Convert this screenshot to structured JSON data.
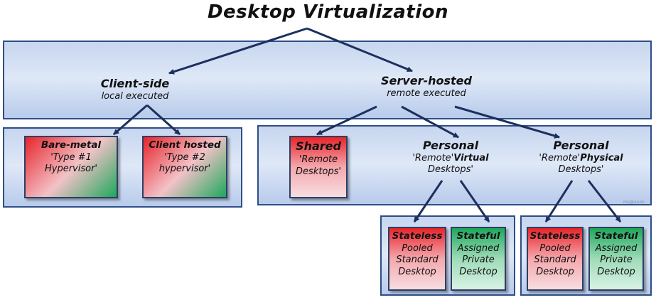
{
  "title": "Desktop Virtualization",
  "client_side": {
    "title": "Client-side",
    "subtitle": "local executed"
  },
  "server_hosted": {
    "title": "Server-hosted",
    "subtitle": "remote executed"
  },
  "bare_metal": {
    "title": "Bare-metal",
    "line1": "'Type #1",
    "line2": "Hypervisor'"
  },
  "client_hosted": {
    "title": "Client hosted",
    "line1": "'Type #2",
    "line2": "hypervisor'"
  },
  "shared": {
    "title": "Shared",
    "line1": "'Remote",
    "line2": "Desktops'"
  },
  "personal_virtual": {
    "title": "Personal",
    "line1a": "'Remote'",
    "line1b": "Virtual",
    "line2": "Desktops'"
  },
  "personal_physical": {
    "title": "Personal",
    "line1a": "'Remote'",
    "line1b": "Physical",
    "line2": "Desktops'"
  },
  "virtual_stateless": {
    "title": "Stateless",
    "lines": [
      "Pooled",
      "Standard",
      "Desktop"
    ]
  },
  "virtual_stateful": {
    "title": "Stateful",
    "lines": [
      "Assigned",
      "Private",
      "Desktop"
    ]
  },
  "physical_stateless": {
    "title": "Stateless",
    "lines": [
      "Pooled",
      "Standard",
      "Desktop"
    ]
  },
  "physical_stateful": {
    "title": "Stateful",
    "lines": [
      "Assigned",
      "Private",
      "Desktop"
    ]
  },
  "watermark": "ms@anon"
}
